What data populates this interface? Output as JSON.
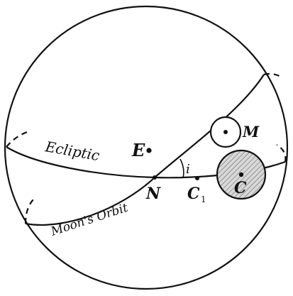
{
  "labels": {
    "earth": "E",
    "moon": "M",
    "node": "N",
    "c1": "C",
    "c1_sub": "1",
    "shadow_center": "C",
    "inclination": "i",
    "ecliptic": "Ecliptic",
    "moon_orbit": "Moon's Orbit"
  },
  "colors": {
    "ink": "#111111",
    "shadow_fill": "#cfcfcf",
    "background": "#ffffff"
  }
}
